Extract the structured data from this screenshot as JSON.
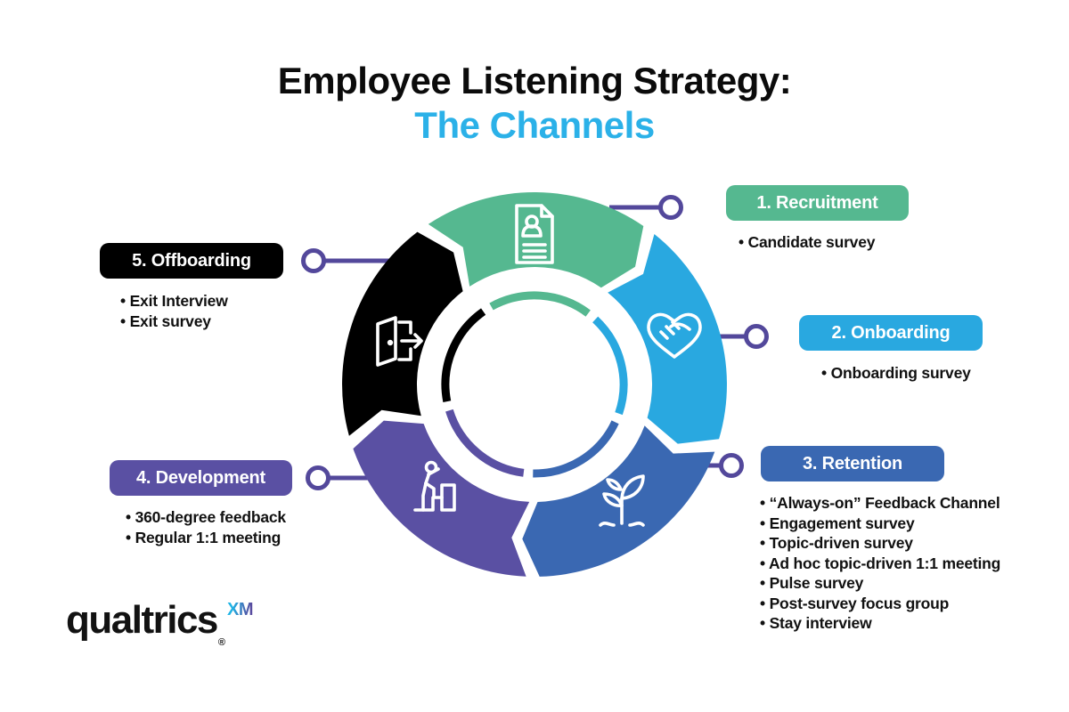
{
  "title": {
    "line1": "Employee Listening Strategy:",
    "line2": "The Channels",
    "line2_color": "#2BB1E8"
  },
  "connector": {
    "color": "#53489B"
  },
  "stages": [
    {
      "id": "recruitment",
      "label": "1. Recruitment",
      "color": "#55B890",
      "icon": "resume-icon",
      "items": [
        "Candidate survey"
      ]
    },
    {
      "id": "onboarding",
      "label": "2. Onboarding",
      "color": "#29A8E0",
      "icon": "handshake-heart-icon",
      "items": [
        "Onboarding survey"
      ]
    },
    {
      "id": "retention",
      "label": "3. Retention",
      "color": "#3A68B2",
      "icon": "sprout-icon",
      "items": [
        "“Always-on” Feedback Channel",
        "Engagement survey",
        "Topic-driven survey",
        "Ad hoc topic-driven 1:1 meeting",
        "Pulse survey",
        "Post-survey focus group",
        "Stay interview"
      ]
    },
    {
      "id": "development",
      "label": "4. Development",
      "color": "#5A50A3",
      "icon": "climb-stairs-icon",
      "items": [
        "360-degree feedback",
        "Regular 1:1 meeting"
      ]
    },
    {
      "id": "offboarding",
      "label": "5. Offboarding",
      "color": "#000000",
      "icon": "exit-door-icon",
      "items": [
        "Exit Interview",
        "Exit survey"
      ]
    }
  ],
  "logo": {
    "text": "qualtrics",
    "registered": "®",
    "suffix": "XM"
  }
}
